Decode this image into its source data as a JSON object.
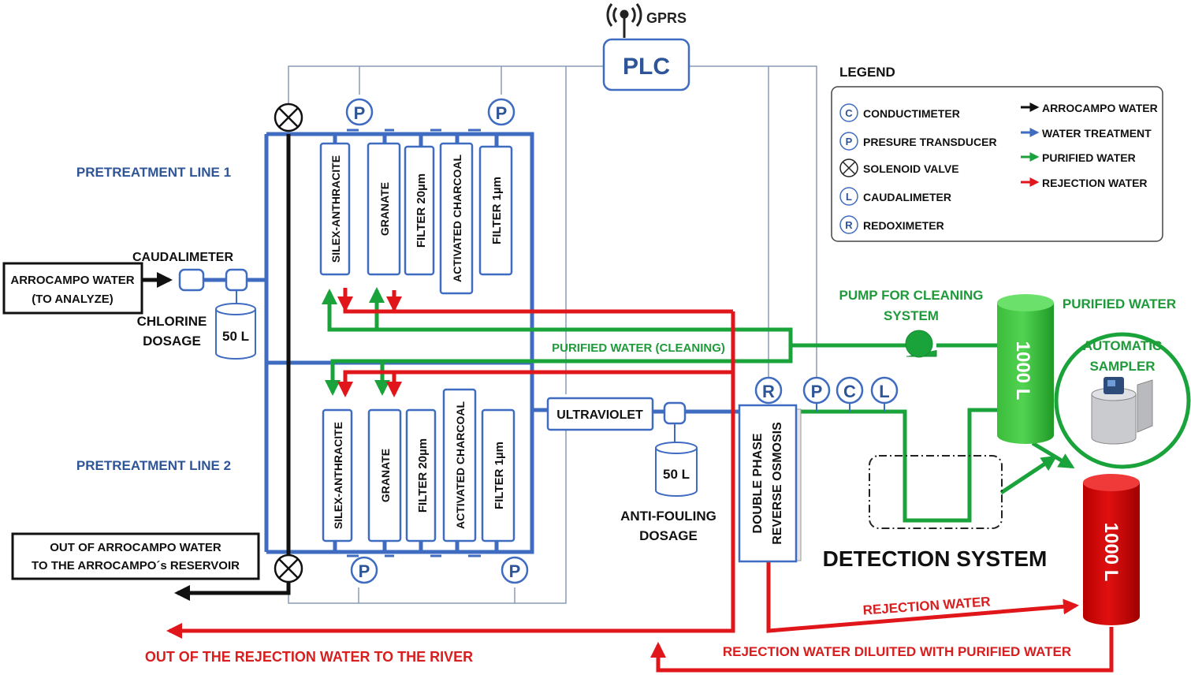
{
  "colors": {
    "blue": "#3f6cc1",
    "blue_text": "#2e5597",
    "thin_line": "#8a9ab4",
    "green": "#1aa33a",
    "green_text": "#1f9a3a",
    "red": "#e0161a",
    "red_text": "#d81e1e",
    "black": "#111111"
  },
  "gprs": {
    "label": "GPRS",
    "icon": "antenna-icon"
  },
  "plc": {
    "label": "PLC"
  },
  "input": {
    "line1": "ARROCAMPO WATER",
    "line2": "(TO ANALYZE)"
  },
  "caudalimeter_label": "CAUDALIMETER",
  "chlorine": {
    "line1": "CHLORINE",
    "line2": "DOSAGE",
    "tank": "50 L"
  },
  "pretreatment1": {
    "title": "PRETREATMENT LINE 1",
    "units": [
      "SILEX-ANTHRACITE",
      "GRANATE",
      "FILTER 20µm",
      "ACTIVATED CHARCOAL",
      "FILTER 1µm"
    ],
    "pressure": [
      "P",
      "P"
    ]
  },
  "pretreatment2": {
    "title": "PRETREATMENT LINE 2",
    "units": [
      "SILEX-ANTHRACITE",
      "GRANATE",
      "FILTER 20µm",
      "ACTIVATED CHARCOAL",
      "FILTER 1µm"
    ],
    "pressure": [
      "P",
      "P"
    ]
  },
  "purified_cleaning": "PURIFIED WATER (CLEANING)",
  "ultraviolet": "ULTRAVIOLET",
  "antifouling": {
    "line1": "ANTI-FOULING",
    "line2": "DOSAGE",
    "tank": "50 L"
  },
  "osmosis": {
    "line1": "DOUBLE PHASE",
    "line2": "REVERSE OSMOSIS"
  },
  "sensors": [
    "R",
    "P",
    "C",
    "L"
  ],
  "pump": {
    "line1": "PUMP FOR CLEANING",
    "line2": "SYSTEM"
  },
  "purified_tank": {
    "title": "PURIFIED WATER",
    "capacity": "1000 L"
  },
  "sampler": {
    "line1": "AUTOMATIC",
    "line2": "SAMPLER"
  },
  "detection": "DETECTION SYSTEM",
  "rejection_tank": {
    "capacity": "1000 L"
  },
  "rejection_water": "REJECTION WATER",
  "rejection_diluted": "REJECTION WATER DILUITED WITH PURIFIED WATER",
  "out_river": "OUT OF THE REJECTION WATER TO THE RIVER",
  "out_reservoir": {
    "line1": "OUT OF ARROCAMPO WATER",
    "line2": "TO THE ARROCAMPO´s RESERVOIR"
  },
  "legend": {
    "title": "LEGEND",
    "symbols": [
      {
        "symbol": "C",
        "label": "CONDUCTIMETER"
      },
      {
        "symbol": "P",
        "label": "PRESURE TRANSDUCER"
      },
      {
        "symbol": "⊗",
        "label": "SOLENOID VALVE"
      },
      {
        "symbol": "L",
        "label": "CAUDALIMETER"
      },
      {
        "symbol": "R",
        "label": "REDOXIMETER"
      }
    ],
    "flows": [
      {
        "label": "ARROCAMPO WATER",
        "color": "#111111"
      },
      {
        "label": "WATER TREATMENT",
        "color": "#3f6cc1"
      },
      {
        "label": "PURIFIED WATER",
        "color": "#1aa33a"
      },
      {
        "label": "REJECTION WATER",
        "color": "#e0161a"
      }
    ]
  }
}
